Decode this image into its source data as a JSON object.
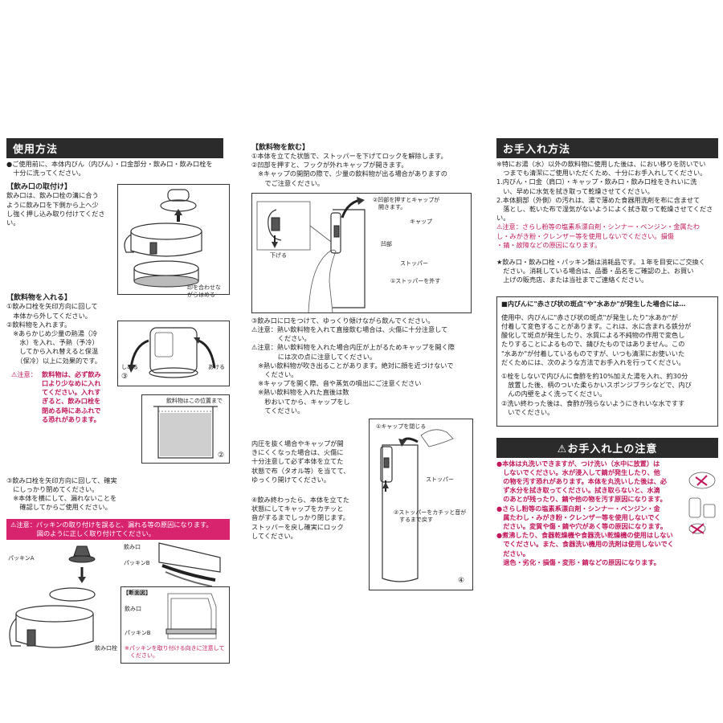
{
  "left": {
    "header": "使用方法",
    "intro": "●ご使用前に、本体内びん（内びん）・口金部分・飲み口・飲み口栓を\n　十分に洗ってください。",
    "mount_title": "【飲み口の取付け】",
    "mount_text": "飲み口は、飲み口栓の溝に合う\nように飲み口を下側から上へ少\nし強く押し込み取り付けてくださ\nい。",
    "align_label": "印を合わせな\nがらはめる",
    "fill_title": "【飲料物を入れる】",
    "step1": "①飲み口栓を矢印方向に回して\n　本体から外してください。",
    "step2": "②飲料物を入れます。\n　※あらかじめ少量の熱湯（冷\n　　水）を入れ、予熱（予冷）\n　　してから入れ替えると保温\n　　（保冷）以上に効果的です。",
    "close_label": "しめる",
    "open_label": "あける",
    "fig3": "③",
    "caution_label": "⚠注意：",
    "caution_text": "飲料物は、必ず飲み\n口より少なめに入れ\nてください。入れす\nぎると、飲み口栓を\n閉める時にあふれで\nる恐れがあります。",
    "level_label": "飲料物はこの位置まで",
    "fig2": "②",
    "step3": "③飲み口栓を矢印方向に回して、確実\n　にしっかり閉めてください。\n　※本体を横にして、漏れないことを\n　　確認してからご使用ください。",
    "gasket_warn": "⚠注意：パッキンの取り付けを誤ると、漏れる等の原因になります。\n　　　　図のように正しく取り付けてください。",
    "gasket_a": "パッキンA",
    "mouth": "飲み口",
    "gasket_b": "パッキンB",
    "section_title": "【断面図】",
    "mouth2": "飲み口",
    "gasket_b2": "パッキンB",
    "gasket_note": "※パッキンを取り付ける向きに注意して\n　ください。",
    "plug": "飲み口栓"
  },
  "mid": {
    "drink_title": "【飲料物を飲む】",
    "s1": "①本体を立てた状態で、ストッパーを下げてロックを解除します。\n②凹部を押すと、フックが外れキャップが開きます。\n　※キャップの開閉の際で、少量の飲料物が出る場合がありますの\n　　でご注意ください。",
    "press_label": "②凹部を押すとキャップが\n　開きます。",
    "cap": "キャップ",
    "recess": "凹部",
    "stopper": "ストッパー",
    "lower": "下げる",
    "remove_stopper": "①ストッパーを外す",
    "s3": "③飲み口に口をつけて、ゆっくり傾けながら飲んでください。",
    "c1_label": "⚠注意：",
    "c1": "熱い飲料物を入れて直接飲む場合は、火傷に十分注意して\n　　　　ください。",
    "c2_label": "⚠注意：",
    "c2": "熱い飲料物を入れた場合内圧が上がるためキャップを開く際\n　　　　には次の点に注意してください。\n　※熱い飲料物が吹き出ることがあります。絶対に顔を近づけないで\n　　ください。\n　※キャップを開く際、音や蒸気の噴出にご注意ください\n　※熱い飲料物を入れた直後は数\n　　秒おいてから、キャップをし\n　　てください。",
    "close_cap": "①キャップを閉じる",
    "pressure": "内圧を抜く場合やキャップが開\nきにくくなった場合は、火傷に\n十分注意して必ず本体を立てた\n状態で布（タオル等）を当てて、\nゆっくり開けてください。",
    "stopper2": "ストッパー",
    "s4": "④飲み終わったら、本体を立てた\n状態にしてキャップをカチッと\n音がするまでしっかり閉じます。\nストッパーを戻し確実にロック\nしてください。",
    "click": "②ストッパーをカチッと音が\n　するまで戻す",
    "fig4": "④"
  },
  "right": {
    "header": "お手入れ方法",
    "t1": "※特にお湯（水）以外の飲料物に使用した後は、におい移りを防いでい\n　つまでも清潔にご使用いただくため、十分にお手入れしてください。\n1.内びん・口金（肩口）・キャップ・飲み口・飲み口栓をきれいに洗\n　い、早めに水気を拭き取って乾燥させてください。\n2.本体胴部（外側）の汚れは、湯で薄めた食器用洗剤を布に含ませて\n　落とし、乾いた布で湿気がないようによく拭き取って乾燥させてください。",
    "t1c_label": "⚠注意：",
    "t1c": "さらし粉等の塩素系漂白剤・シンナー・ベンジン・金属たわ\nし・みがき粉・クレンザー等を使用しないでください。損傷\n・錆・故障などの原因になります。",
    "t2": "★飲み口・飲み口栓・パッキン類は消耗品です。１年を目安にご交換く\n　ださい。消耗している場合は、品番・品名をご確認の上、お買い\n　上げの販売店、または当社までご連絡ください。",
    "box_title": "■内びんに\"赤さび状の斑点\"や\"水あか\"が発生した場合には…",
    "box_text": "使用中、内びんに\"赤さび状の斑点\"が発生したり\"水あか\"が\n付着して変色することがあります。これは、水に含まれる鉄分が\n酸化して斑点が発生したり、水質による不純物の作用で変色し\nたりすることによるもので、錆びたものではありません。この\n\"水あか\"が付着しているものですが、いつも清潔にお使いいた\nだくためには、次のような方法でお手入れを行ってください。",
    "box_s1": "①栓をしないで内びんに食酢を約10%加えた湯を入れ、約30分\n　放置した後、柄のついた柔らかいスポンジブラシなどで、内び\n　んの内壁をよく洗ってください。\n②洗い終わった後は、食酢が残らないようにきれいな水ですす\n　いでください。",
    "care_header": "⚠お手入れ上の注意",
    "care1": "●本体は丸洗いできますが、つけ洗い（水中に放置）は\n　しないでください。水が浸入して錆が発生したり、他\n　の物を汚す恐れがあります。本体を丸洗いした後は、必\n　ず水分を拭き取ってください。拭き取らないと、水滴\n　のあとが残ったり、錆や他の物を汚す原因になります。\n●さらし粉等の塩素系漂白剤・シンナー・ベンジン・金\n　属たわし・みがき粉・クレンザー等を使用しないでく\n　ださい。変質や傷・錆や穴があく等の原因になります。\n●煮沸したり、食器乾燥機や食器洗い乾燥機の使用はしない\n　でください。また、食器洗い機用の洗剤は使用しないでく\n　ださい。\n　退色・劣化・損傷・変形・錆などの原因になります。"
  }
}
